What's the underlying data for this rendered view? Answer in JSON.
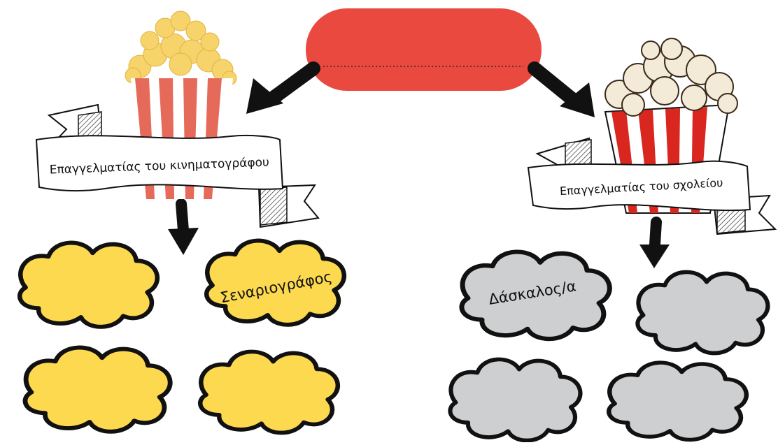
{
  "central_topic": {
    "text": "",
    "fill": "#e9493f"
  },
  "left_group": {
    "banner_label": "Επαγγελματίας του κινηματογράφου",
    "cloud_color": "#fcd94f",
    "clouds": [
      "",
      "Σεναριογράφος",
      "",
      ""
    ]
  },
  "right_group": {
    "banner_label": "Επαγγελματίας του σχολείου",
    "cloud_color": "#cecfd0",
    "clouds": [
      "Δάσκαλος/α",
      "",
      "",
      ""
    ]
  },
  "colors": {
    "arrow": "#111111",
    "stripe_left": "#e56a5a",
    "stripe_right": "#d9261f",
    "popcorn_left": "#f7d36b",
    "popcorn_right": "#f3ead7"
  },
  "icons": [
    "popcorn-bucket-icon",
    "popcorn-bucket-icon"
  ]
}
